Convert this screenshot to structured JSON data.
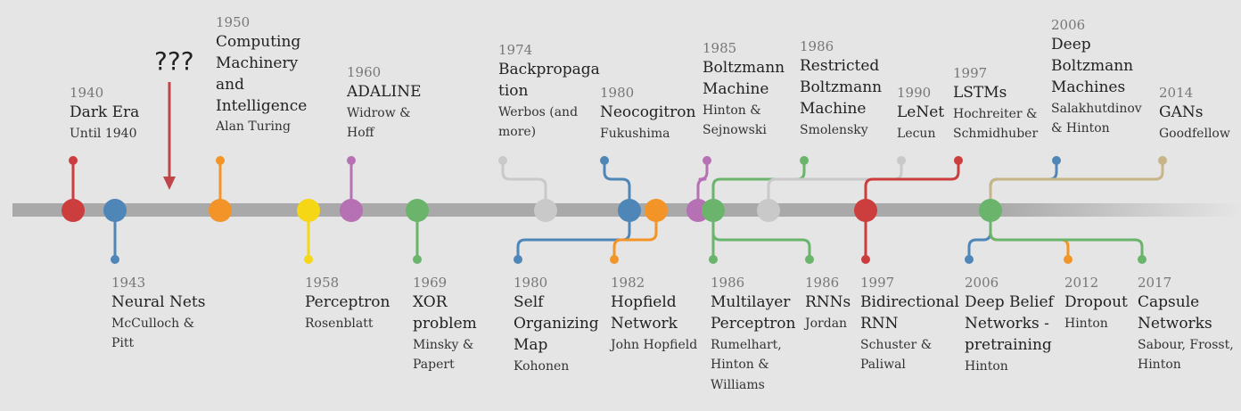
{
  "colors": {
    "timeline": "#a9a9a9",
    "red": "#cc3d3d",
    "blue": "#4f86b8",
    "orange": "#f29427",
    "yellow": "#f5d715",
    "purple": "#b671b4",
    "green": "#6ab46b",
    "gray": "#c9c9c9",
    "tan": "#c8b587",
    "arrow": "#c0454a"
  },
  "question_marks": "???",
  "events": [
    {
      "id": "dark-era",
      "year": "1940",
      "title": "Dark Era",
      "authors": "Until 1940"
    },
    {
      "id": "computing-machinery",
      "year": "1950",
      "title": "Computing Machinery and Intelligence",
      "authors": "Alan Turing"
    },
    {
      "id": "adaline",
      "year": "1960",
      "title": "ADALINE",
      "authors": "Widrow & Hoff"
    },
    {
      "id": "backpropagation",
      "year": "1974",
      "title": "Backpropaga tion",
      "authors": "Werbos (and more)"
    },
    {
      "id": "neocogitron",
      "year": "1980",
      "title": "Neocogitron",
      "authors": "Fukushima"
    },
    {
      "id": "boltzmann-machine",
      "year": "1985",
      "title": "Boltzmann Machine",
      "authors": "Hinton & Sejnowski"
    },
    {
      "id": "restricted-boltzmann",
      "year": "1986",
      "title": "Restricted Boltzmann Machine",
      "authors": "Smolensky"
    },
    {
      "id": "lenet",
      "year": "1990",
      "title": "LeNet",
      "authors": "Lecun"
    },
    {
      "id": "lstms",
      "year": "1997",
      "title": "LSTMs",
      "authors": "Hochreiter & Schmidhuber"
    },
    {
      "id": "deep-boltzmann",
      "year": "2006",
      "title": "Deep Boltzmann Machines",
      "authors": "Salakhutdinov & Hinton"
    },
    {
      "id": "gans",
      "year": "2014",
      "title": "GANs",
      "authors": "Goodfellow"
    },
    {
      "id": "neural-nets",
      "year": "1943",
      "title": "Neural Nets",
      "authors": "McCulloch & Pitt"
    },
    {
      "id": "perceptron",
      "year": "1958",
      "title": "Perceptron",
      "authors": "Rosenblatt"
    },
    {
      "id": "xor-problem",
      "year": "1969",
      "title": "XOR problem",
      "authors": "Minsky & Papert"
    },
    {
      "id": "som",
      "year": "1980",
      "title": "Self Organizing Map",
      "authors": "Kohonen"
    },
    {
      "id": "hopfield",
      "year": "1982",
      "title": "Hopfield Network",
      "authors": "John Hopfield"
    },
    {
      "id": "mlp",
      "year": "1986",
      "title": "Multilayer Perceptron",
      "authors": "Rumelhart, Hinton & Williams"
    },
    {
      "id": "rnns",
      "year": "1986",
      "title": "RNNs",
      "authors": "Jordan"
    },
    {
      "id": "birnn",
      "year": "1997",
      "title": "Bidirectional RNN",
      "authors": "Schuster & Paliwal"
    },
    {
      "id": "dbn",
      "year": "2006",
      "title": "Deep Belief Networks - pretraining",
      "authors": "Hinton"
    },
    {
      "id": "dropout",
      "year": "2012",
      "title": "Dropout",
      "authors": "Hinton"
    },
    {
      "id": "capsule",
      "year": "2017",
      "title": "Capsule Networks",
      "authors": "Sabour, Frosst, Hinton"
    }
  ]
}
